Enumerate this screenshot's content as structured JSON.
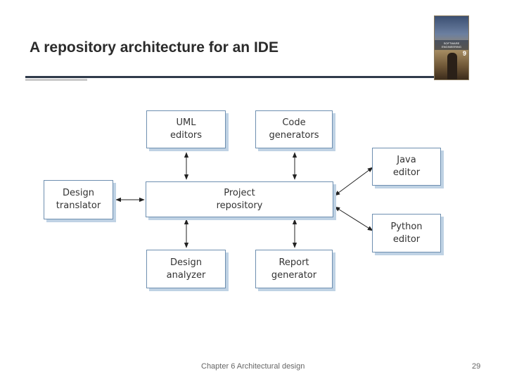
{
  "slide": {
    "title": "A repository architecture for an IDE",
    "footer_text": "Chapter 6 Architectural design",
    "page_number": "29"
  },
  "book_cover": {
    "title_text": "SOFTWARE ENGINEERING",
    "edition": "9"
  },
  "diagram": {
    "center": {
      "line1": "Project",
      "line2": "repository"
    },
    "uml_editors": {
      "line1": "UML",
      "line2": "editors"
    },
    "code_generators": {
      "line1": "Code",
      "line2": "generators"
    },
    "design_translator": {
      "line1": "Design",
      "line2": "translator"
    },
    "java_editor": {
      "line1": "Java",
      "line2": "editor"
    },
    "python_editor": {
      "line1": "Python",
      "line2": "editor"
    },
    "design_analyzer": {
      "line1": "Design",
      "line2": "analyzer"
    },
    "report_generator": {
      "line1": "Report",
      "line2": "generator"
    },
    "connections": [
      {
        "from": "uml_editors",
        "to": "center",
        "arrows": "both"
      },
      {
        "from": "code_generators",
        "to": "center",
        "arrows": "both"
      },
      {
        "from": "design_translator",
        "to": "center",
        "arrows": "both"
      },
      {
        "from": "java_editor",
        "to": "center",
        "arrows": "both"
      },
      {
        "from": "python_editor",
        "to": "center",
        "arrows": "both"
      },
      {
        "from": "design_analyzer",
        "to": "center",
        "arrows": "both"
      },
      {
        "from": "report_generator",
        "to": "center",
        "arrows": "both"
      }
    ]
  },
  "colors": {
    "box_border": "#6e8fb0",
    "box_shadow": "#bfd2e4",
    "title_rule": "#2f3a4a",
    "text": "#333333"
  }
}
